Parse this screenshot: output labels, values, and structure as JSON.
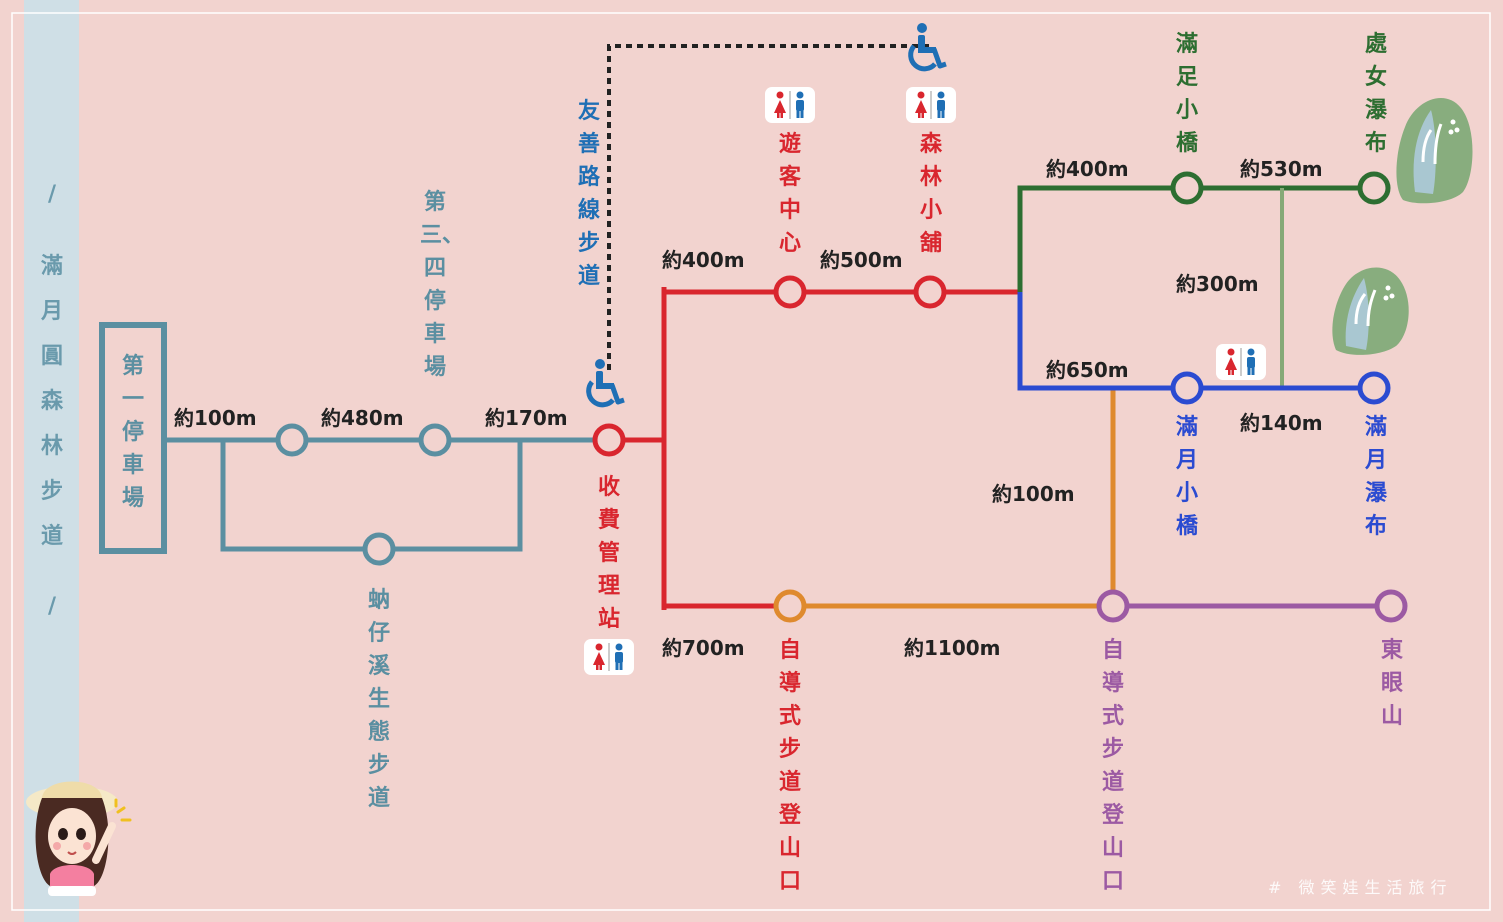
{
  "sidebar": {
    "slash_top": "/",
    "title": "滿月圓森林步道",
    "slash_bottom": "/"
  },
  "stations": {
    "parking_1": "第一停車場",
    "parking_3_4": "第三、四停車場",
    "gekko_creek_trail": "蚋仔溪生態步道",
    "toll_station": "收費管理站",
    "accessible_route": "友善路線步道",
    "visitor_center": "遊客中心",
    "forest_shop": "森林小舖",
    "mangzu_bridge": "滿足小橋",
    "virgin_falls": "處女瀑布",
    "manyue_bridge": "滿月小橋",
    "manyue_falls": "滿月瀑布",
    "self_guided_trailhead_1": "自導式步道登山口",
    "self_guided_trailhead_2": "自導式步道登山口",
    "dongyan_mountain": "東眼山"
  },
  "distances": {
    "d100_first": "約100m",
    "d480": "約480m",
    "d170": "約170m",
    "d400_upper": "約400m",
    "d500": "約500m",
    "d700": "約700m",
    "d1100": "約1100m",
    "d400_green": "約400m",
    "d530": "約530m",
    "d300": "約300m",
    "d650": "約650m",
    "d140": "約140m",
    "d100_orange": "約100m"
  },
  "colors": {
    "background": "#f2d3cf",
    "sidebar": "#cfdfe6",
    "teal_line": "#5b8fa1",
    "red_line": "#d9262e",
    "orange_line": "#df8a2e",
    "purple_line": "#9c5aa3",
    "green_line": "#2d6e31",
    "blue_line": "#2b4bd1",
    "light_green_line": "#86a977",
    "accessible_blue": "#1f6fb5",
    "sidebar_text": "#6a9aac"
  },
  "icons": {
    "accessibility": "wheelchair-icon",
    "restroom": "restroom-icon",
    "waterfall": "waterfall-icon",
    "mascot": "mascot-girl-icon"
  },
  "watermark": "# 微笑娃生活旅行"
}
